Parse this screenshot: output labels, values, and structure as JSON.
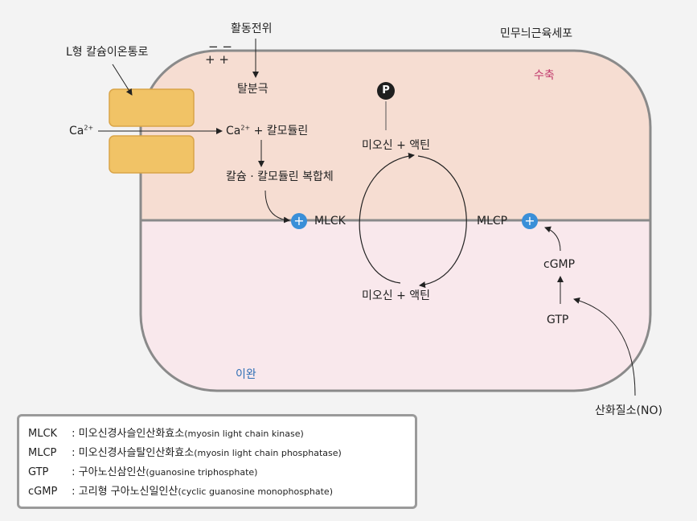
{
  "labels": {
    "action_potential": "활동전위",
    "minus_signs": "− −",
    "plus_signs": "+ +",
    "l_channel": "L형 칼슘이온통로",
    "depolarization": "탈분극",
    "smooth_muscle_cell": "민무늬근육세포",
    "contraction": "수축",
    "relaxation": "이완",
    "ca_outside": "Ca",
    "ca_charge": "2+",
    "ca_inside": "Ca",
    "calmodulin_suffix": " + 칼모듈린",
    "ca_calmodulin_complex": "칼슘 · 칼모듈린 복합체",
    "mlck": "MLCK",
    "mlcp": "MLCP",
    "p_symbol": "P",
    "myosin_actin_top": "미오신 + 액틴",
    "myosin_actin_bottom": "미오신 + 액틴",
    "cgmp": "cGMP",
    "gtp": "GTP",
    "nitric_oxide": "산화질소(NO)",
    "plus_symbol": "+"
  },
  "legend": {
    "rows": [
      {
        "term": "MLCK",
        "sep": " : ",
        "korean": "미오신경사슬인산화효소",
        "english": "(myosin light chain kinase)"
      },
      {
        "term": "MLCP",
        "sep": " : ",
        "korean": "미오신경사슬탈인산화효소",
        "english": "(myosin light chain phosphatase)"
      },
      {
        "term": "GTP",
        "sep": " : ",
        "korean": "구아노신삼인산",
        "english": "(guanosine triphosphate)"
      },
      {
        "term": "cGMP",
        "sep": " : ",
        "korean": "고리형 구아노신일인산",
        "english": "(cyclic guanosine monophosphate)"
      }
    ]
  },
  "colors": {
    "contraction_region": "#f6ddd2",
    "relaxation_region": "#f9e8ec",
    "cell_border": "#8a8a8a",
    "channel": "#f1c366",
    "enzyme_circle": "#3a8fd8",
    "contraction_text": "#c0386b",
    "relaxation_text": "#2f6fb5"
  }
}
